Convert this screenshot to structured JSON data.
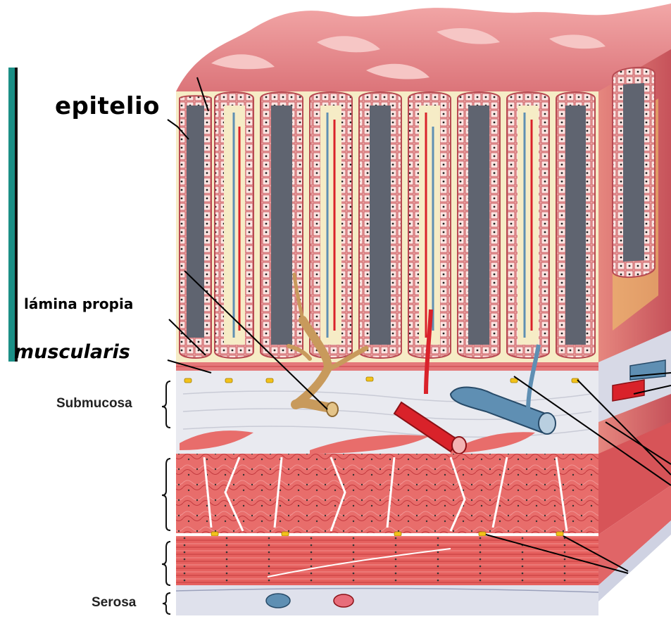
{
  "labels": {
    "epithelium": "epitelio",
    "lamina_propria": "lámina propia",
    "muscularis": "muscularis",
    "submucosa": "Submucosa",
    "serosa": "Serosa"
  },
  "colors": {
    "mucosa_bar": "#1b8f86",
    "villus_pink": "#e88a8e",
    "crypt_grey": "#5f6470",
    "lamina_cream": "#f6ecc6",
    "artery_red": "#d9222a",
    "vein_blue": "#5f8fb3",
    "nerve_tan": "#c89a5c",
    "muscle_red": "#e36466",
    "submucosa_grey": "#e9eaf0",
    "fat_yellow": "#f2c21a"
  },
  "icons": {
    "villus": "intestinal-villus",
    "blood_vessel": "blood-vessel",
    "nerve": "nerve-fiber",
    "muscle": "smooth-muscle-layer"
  }
}
